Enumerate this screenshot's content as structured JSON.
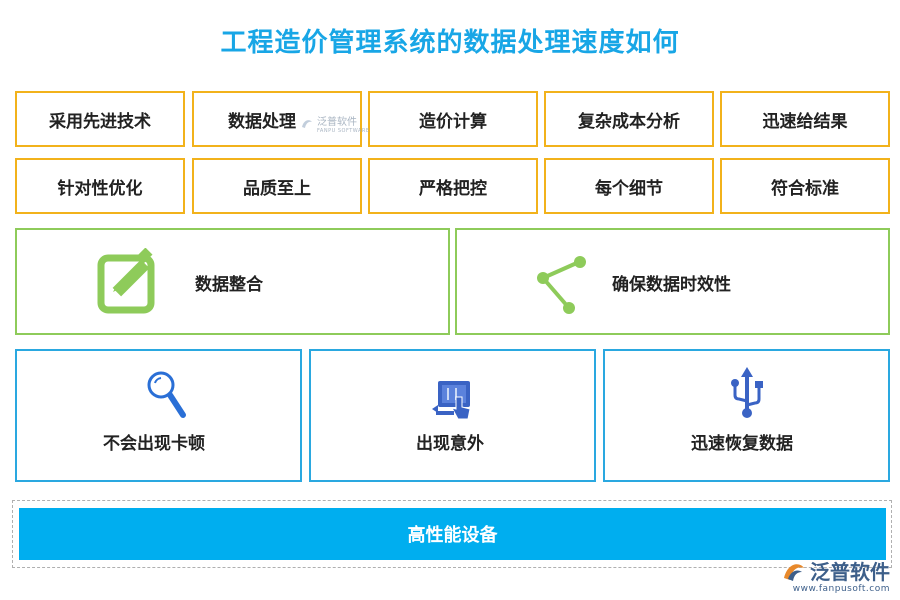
{
  "title": "工程造价管理系统的数据处理速度如何",
  "tags_row1": [
    "采用先进技术",
    "数据处理",
    "造价计算",
    "复杂成本分析",
    "迅速给结果"
  ],
  "tags_row2": [
    "针对性优化",
    "品质至上",
    "严格把控",
    "每个细节",
    "符合标准"
  ],
  "green_boxes": [
    {
      "label": "数据整合",
      "icon": "edit-icon"
    },
    {
      "label": "确保数据时效性",
      "icon": "share-icon"
    }
  ],
  "blue_boxes": [
    {
      "label": "不会出现卡顿",
      "icon": "search-icon"
    },
    {
      "label": "出现意外",
      "icon": "touch-screen-icon"
    },
    {
      "label": "迅速恢复数据",
      "icon": "usb-icon"
    }
  ],
  "bottom_bar": "高性能设备",
  "watermark": {
    "name": "泛普软件",
    "url": "www.fanpusoft.com",
    "sub": "FANPU SOFTWARE"
  },
  "colors": {
    "title": "#18a6e6",
    "tag_border": "#f2b21b",
    "green": "#8ecb5a",
    "blue_border": "#2aa8e0",
    "bar": "#00aeef"
  }
}
